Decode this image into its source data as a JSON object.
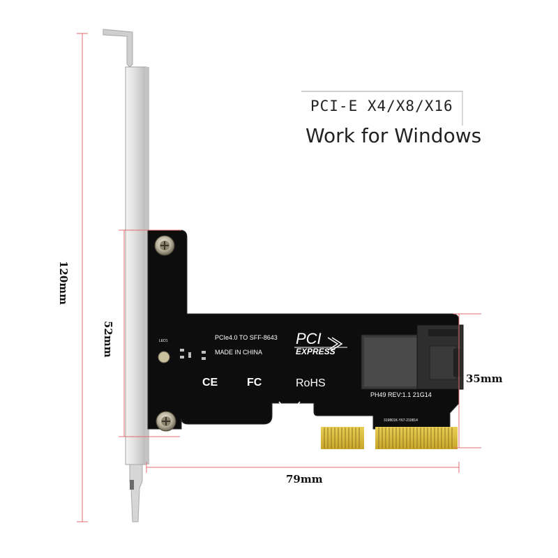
{
  "heading": {
    "line1": "PCI-E X4/X8/X16",
    "line2": "Work for Windows"
  },
  "dimensions": {
    "total_height": "120mm",
    "bracket_height": "52mm",
    "connector_height": "35mm",
    "card_width": "79mm"
  },
  "board": {
    "model_line": "PCIe4.0 TO SFF-8643",
    "origin_line": "MADE IN CHINA",
    "logo_top": "PCI",
    "logo_bottom": "EXPRESS",
    "rohs": "RoHS",
    "ce": "CE",
    "fc": "FC",
    "led_label": "LED1",
    "part_line": "PH49   REV:1.1   21G14",
    "serial_line": "319801K-Y67-210814"
  },
  "colors": {
    "pcb": "#0d0d0d",
    "gold": "#d6b83a",
    "bracket": "#d9d9d9",
    "dim_line": "#e36b6b"
  }
}
